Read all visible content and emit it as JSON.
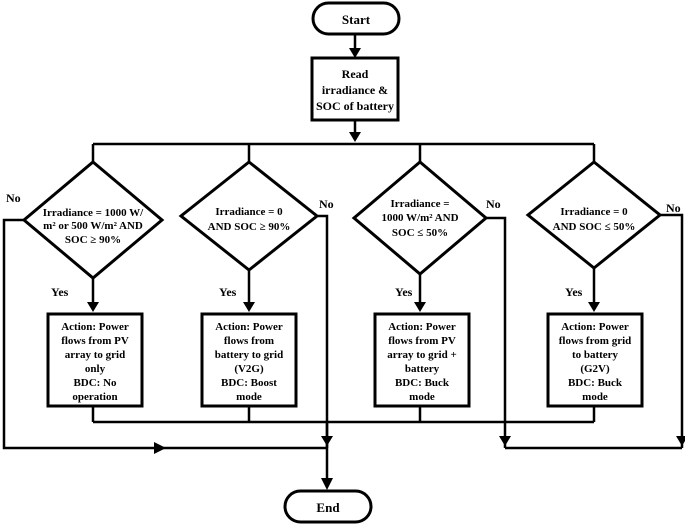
{
  "start": "Start",
  "end": "End",
  "read_block": [
    "Read",
    "irradiance &",
    "SOC of battery"
  ],
  "branches": [
    {
      "condition": [
        "Irradiance = 1000 W/",
        "m² or 500 W/m² AND",
        "SOC ≥ 90%"
      ],
      "yes": "Yes",
      "no": "No",
      "action": [
        "Action: Power",
        "flows from PV",
        "array to grid",
        "only",
        "BDC: No",
        "operation"
      ]
    },
    {
      "condition": [
        "Irradiance = 0",
        "AND SOC ≥ 90%"
      ],
      "yes": "Yes",
      "no": "No",
      "action": [
        "Action: Power",
        "flows from",
        "battery to grid",
        "(V2G)",
        "BDC: Boost",
        "mode"
      ]
    },
    {
      "condition": [
        "Irradiance =",
        "1000 W/m² AND",
        "SOC ≤ 50%"
      ],
      "yes": "Yes",
      "no": "No",
      "action": [
        "Action: Power",
        "flows from PV",
        "array to grid +",
        "battery",
        "BDC: Buck",
        "mode"
      ]
    },
    {
      "condition": [
        "Irradiance = 0",
        "AND SOC ≤ 50%"
      ],
      "yes": "Yes",
      "no": "No",
      "action": [
        "Action: Power",
        "flows from grid",
        "to battery",
        "(G2V)",
        "BDC: Buck",
        "mode"
      ]
    }
  ]
}
